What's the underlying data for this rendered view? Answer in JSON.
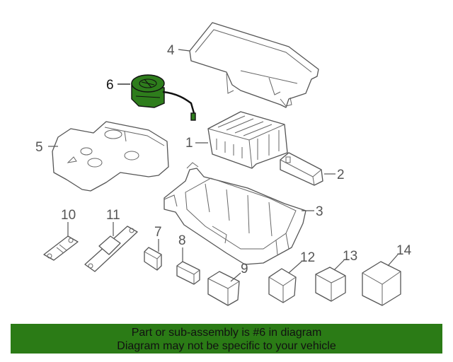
{
  "diagram": {
    "callouts": {
      "c1": "1",
      "c2": "2",
      "c3": "3",
      "c4": "4",
      "c5": "5",
      "c6": "6",
      "c7": "7",
      "c8": "8",
      "c9": "9",
      "c10": "10",
      "c11": "11",
      "c12": "12",
      "c13": "13",
      "c14": "14"
    },
    "highlighted_part": "6",
    "highlight_color": "#2e7d1c"
  },
  "banner": {
    "line1": "Part or sub-assembly is #6 in diagram",
    "line2": "Diagram may not be specific to your vehicle",
    "background": "#2b7b16"
  }
}
